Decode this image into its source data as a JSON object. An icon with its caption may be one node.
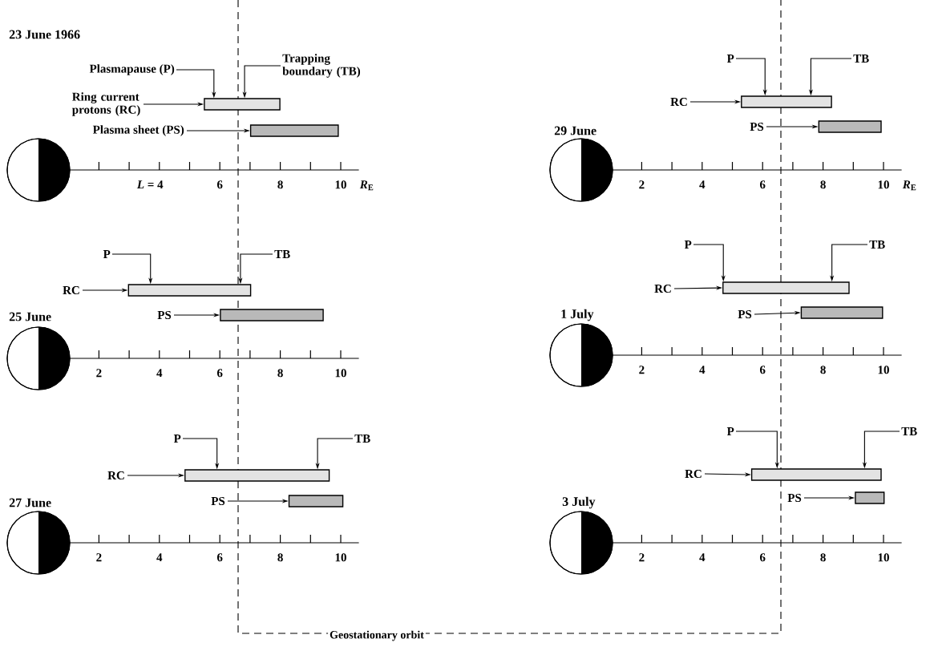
{
  "diagram": {
    "nodes": [
      {
        "text": [
          "Plasmapause (P)"
        ]
      },
      {
        "text": [
          "Trapping boundary (TB)"
        ]
      },
      {
        "text": [
          "Ring current protons (RC)"
        ]
      },
      {
        "text": [],
        "shape": "bar"
      },
      {
        "text": [
          "Plasma sheet (PS)"
        ]
      },
      {
        "text": [],
        "shape": "bar"
      },
      {
        "text": [
          "P"
        ]
      },
      {
        "text": [
          "TB"
        ]
      },
      {
        "text": [
          "RC"
        ]
      },
      {
        "text": [],
        "shape": "bar"
      },
      {
        "text": [
          "PS"
        ]
      },
      {
        "text": [],
        "shape": "bar"
      },
      {
        "text": [
          "P"
        ]
      },
      {
        "text": [
          "TB"
        ]
      },
      {
        "text": [
          "RC"
        ]
      },
      {
        "text": [],
        "shape": "bar"
      },
      {
        "text": [
          "PS"
        ]
      },
      {
        "text": [],
        "shape": "bar"
      },
      {
        "text": [
          "P"
        ]
      },
      {
        "text": [
          "TB"
        ]
      },
      {
        "text": [
          "RC"
        ]
      },
      {
        "text": [],
        "shape": "bar"
      },
      {
        "text": [
          "PS"
        ]
      },
      {
        "text": [],
        "shape": "bar"
      },
      {
        "text": [
          "P"
        ]
      },
      {
        "text": [
          "TB"
        ]
      },
      {
        "text": [
          "RC"
        ]
      },
      {
        "text": [],
        "shape": "bar"
      },
      {
        "text": [
          "PS"
        ]
      },
      {
        "text": [],
        "shape": "bar"
      },
      {
        "text": [
          "P"
        ]
      },
      {
        "text": [
          "TB"
        ]
      },
      {
        "text": [
          "RC"
        ]
      },
      {
        "text": [],
        "shape": "bar"
      },
      {
        "text": [
          "PS"
        ]
      },
      {
        "text": [],
        "shape": "bar"
      }
    ],
    "edges": [
      {
        "from": 0,
        "to": 3,
        "arrow": "to"
      },
      {
        "from": 1,
        "to": 3,
        "arrow": "to"
      },
      {
        "from": 2,
        "to": 3,
        "arrow": "to"
      },
      {
        "from": 4,
        "to": 5,
        "arrow": "to"
      },
      {
        "from": 6,
        "to": 9,
        "arrow": "to"
      },
      {
        "from": 7,
        "to": 9,
        "arrow": "to"
      },
      {
        "from": 8,
        "to": 9,
        "arrow": "to"
      },
      {
        "from": 10,
        "to": 11,
        "arrow": "to"
      },
      {
        "from": 12,
        "to": 15,
        "arrow": "to"
      },
      {
        "from": 13,
        "to": 15,
        "arrow": "to"
      },
      {
        "from": 14,
        "to": 15,
        "arrow": "to"
      },
      {
        "from": 16,
        "to": 17,
        "arrow": "to"
      },
      {
        "from": 18,
        "to": 21,
        "arrow": "to"
      },
      {
        "from": 19,
        "to": 21,
        "arrow": "to"
      },
      {
        "from": 20,
        "to": 21,
        "arrow": "to"
      },
      {
        "from": 22,
        "to": 23,
        "arrow": "to"
      },
      {
        "from": 24,
        "to": 27,
        "arrow": "to"
      },
      {
        "from": 25,
        "to": 27,
        "arrow": "to"
      },
      {
        "from": 26,
        "to": 27,
        "arrow": "to"
      },
      {
        "from": 28,
        "to": 29,
        "arrow": "to"
      },
      {
        "from": 30,
        "to": 33,
        "arrow": "to"
      },
      {
        "from": 31,
        "to": 33,
        "arrow": "to"
      },
      {
        "from": 32,
        "to": 33,
        "arrow": "to"
      },
      {
        "from": 34,
        "to": 35,
        "arrow": "to"
      }
    ],
    "labels": [
      "23 June 1966",
      "*L* = 4",
      "6",
      "8",
      "10",
      "*R*$_{E}$",
      "29 June",
      "2",
      "4",
      "6",
      "8",
      "10",
      "*R*$_{E}$",
      "25 June",
      "2",
      "4",
      "6",
      "8",
      "10",
      "1 July",
      "2",
      "4",
      "6",
      "8",
      "10",
      "27 June",
      "2",
      "4",
      "6",
      "8",
      "10",
      "3 July",
      "2",
      "4",
      "6",
      "8",
      "10",
      "Geostationary orbit"
    ]
  }
}
